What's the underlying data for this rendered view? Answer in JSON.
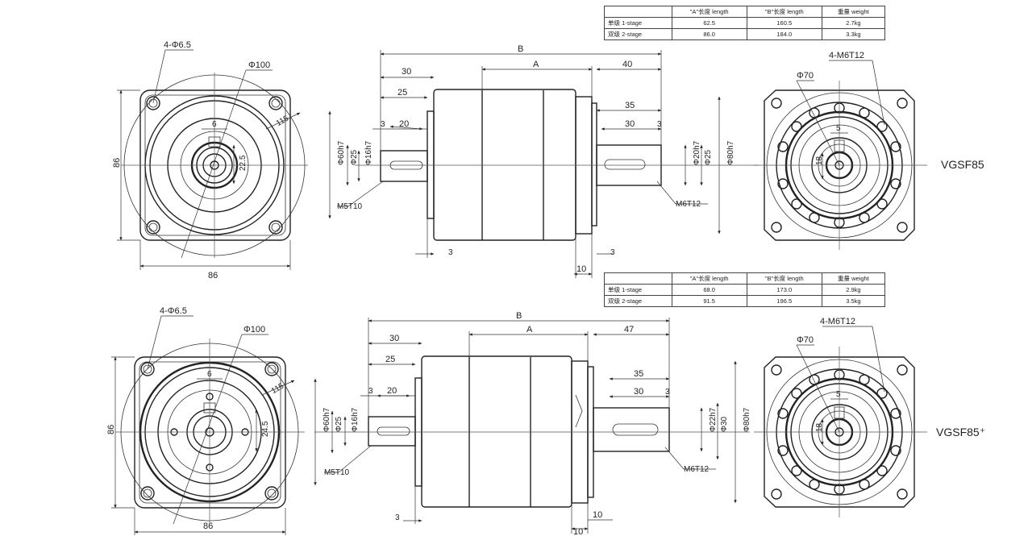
{
  "models": [
    {
      "name": "VGSF85",
      "table": {
        "headers": [
          "",
          "\"A\"长度 length",
          "\"B\"长度  length",
          "重量 weight"
        ],
        "rows": [
          [
            "单级 1-stage",
            "62.5",
            "160.5",
            "2.7kg"
          ],
          [
            "双级 2-stage",
            "86.0",
            "184.0",
            "3.3kg"
          ]
        ]
      },
      "dims": {
        "holes": "4-Φ6.5",
        "pcd": "Φ100",
        "flange_diag": "115",
        "key_w": "6",
        "shaft_h": "22.5",
        "sq_h": "86",
        "sq_w": "86",
        "B": "B",
        "A": "A",
        "d30": "30",
        "d25": "25",
        "d3a": "3",
        "d20": "20",
        "d40": "40",
        "d35": "35",
        "d30b": "30",
        "d3b": "3",
        "d3c": "3",
        "d10": "10",
        "d3d": "3",
        "phi60": "Φ60h7",
        "phi25": "Φ25",
        "phi16": "Φ16h7",
        "m5": "M5T10",
        "phi20": "Φ20h7",
        "phi25b": "Φ25",
        "phi80": "Φ80h7",
        "m6": "M6T12",
        "out_holes": "4-M6T12",
        "out_pcd": "Φ70",
        "out_key": "5",
        "out_h": "18"
      }
    },
    {
      "name": "VGSF85⁺",
      "table": {
        "headers": [
          "",
          "\"A\"长度 length",
          "\"B\"长度  length",
          "重量 weight"
        ],
        "rows": [
          [
            "单级 1-stage",
            "68.0",
            "173.0",
            "2.9kg"
          ],
          [
            "双级 2-stage",
            "91.5",
            "196.5",
            "3.5kg"
          ]
        ]
      },
      "dims": {
        "holes": "4-Φ6.5",
        "pcd": "Φ100",
        "flange_diag": "115",
        "key_w": "6",
        "shaft_h": "24.5",
        "sq_h": "86",
        "sq_w": "86",
        "B": "B",
        "A": "A",
        "d30": "30",
        "d25": "25",
        "d3a": "3",
        "d20": "20",
        "d47": "47",
        "d35": "35",
        "d30b": "30",
        "d3b": "3",
        "d3c": "3",
        "d10": "10",
        "d10b": "10",
        "phi60": "Φ60h7",
        "phi25": "Φ25",
        "phi16": "Φ16h7",
        "m5": "M5T10",
        "phi22": "Φ22h7",
        "phi30": "Φ30",
        "phi80": "Φ80h7",
        "m6": "M6T12",
        "out_holes": "4-M6T12",
        "out_pcd": "Φ70",
        "out_key": "5",
        "out_h": "18"
      }
    }
  ]
}
